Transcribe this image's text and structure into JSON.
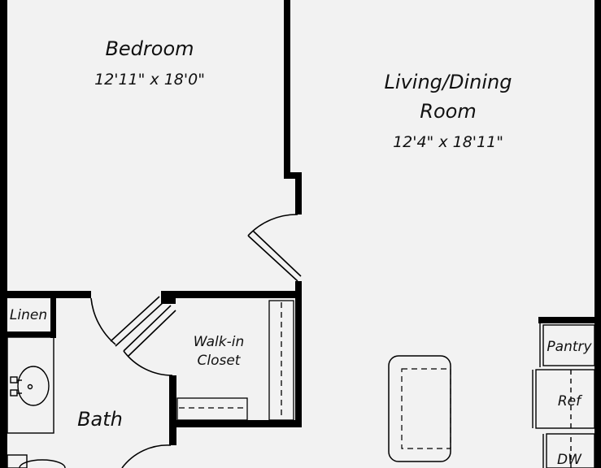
{
  "rooms": {
    "bedroom": {
      "name": "Bedroom",
      "dims": "12'11\" x 18'0\""
    },
    "living": {
      "name_line1": "Living/Dining",
      "name_line2": "Room",
      "dims": "12'4\" x 18'11\""
    },
    "linen": {
      "name": "Linen"
    },
    "walkin": {
      "name_line1": "Walk-in",
      "name_line2": "Closet"
    },
    "bath": {
      "name": "Bath"
    },
    "pantry": {
      "name": "Pantry"
    },
    "ref": {
      "name": "Ref"
    },
    "dw": {
      "name": "DW"
    }
  },
  "colors": {
    "floor": "#f2f2f2",
    "wall": "#000000",
    "text": "#111111"
  }
}
